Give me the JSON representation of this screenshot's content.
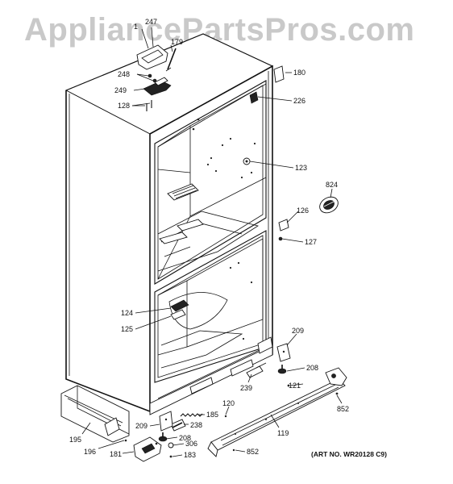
{
  "watermark": "AppliancePartsPros.com",
  "art_number": "(ART NO. WR20128 C9)",
  "callouts": {
    "c1": "1",
    "c247": "247",
    "c179": "179",
    "c180": "180",
    "c248": "248",
    "c249": "249",
    "c128": "128",
    "c226": "226",
    "c123": "123",
    "c824": "824",
    "c126": "126",
    "c127": "127",
    "c124": "124",
    "c125": "125",
    "c209a": "209",
    "c208a": "208",
    "c239": "239",
    "c121": "121",
    "c852a": "852",
    "c120": "120",
    "c185": "185",
    "c238": "238",
    "c119": "119",
    "c195": "195",
    "c209b": "209",
    "c208b": "208",
    "c306": "306",
    "c196": "196",
    "c181": "181",
    "c183": "183",
    "c852b": "852"
  },
  "icons": {
    "brand_logo": "watermark-logo"
  }
}
